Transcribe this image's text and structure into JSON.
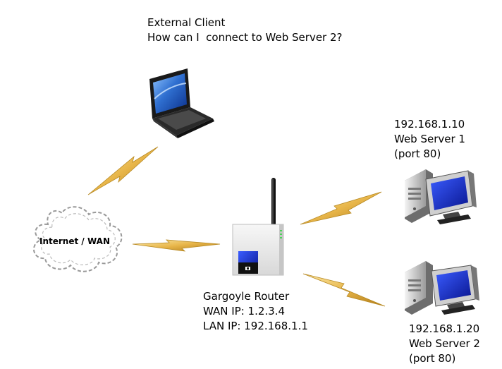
{
  "client": {
    "title": "External Client",
    "question": "How can I  connect to Web Server 2?"
  },
  "internet": {
    "label": "Internet / WAN"
  },
  "router": {
    "name": "Gargoyle Router",
    "wan_ip": "WAN IP: 1.2.3.4",
    "lan_ip": "LAN IP: 192.168.1.1"
  },
  "web_server_1": {
    "ip": "192.168.1.10",
    "name": "Web Server 1",
    "port": "(port 80)"
  },
  "web_server_2": {
    "ip": "192.168.1.20",
    "name": "Web Server 2",
    "port": "(port 80)"
  },
  "colors": {
    "bolt_light": "#f6d97a",
    "bolt_dark": "#c8901f",
    "laptop_screen": "#2f6fd0",
    "router_badge": "#1f5fd6",
    "monitor_screen": "#1a2fc0"
  }
}
